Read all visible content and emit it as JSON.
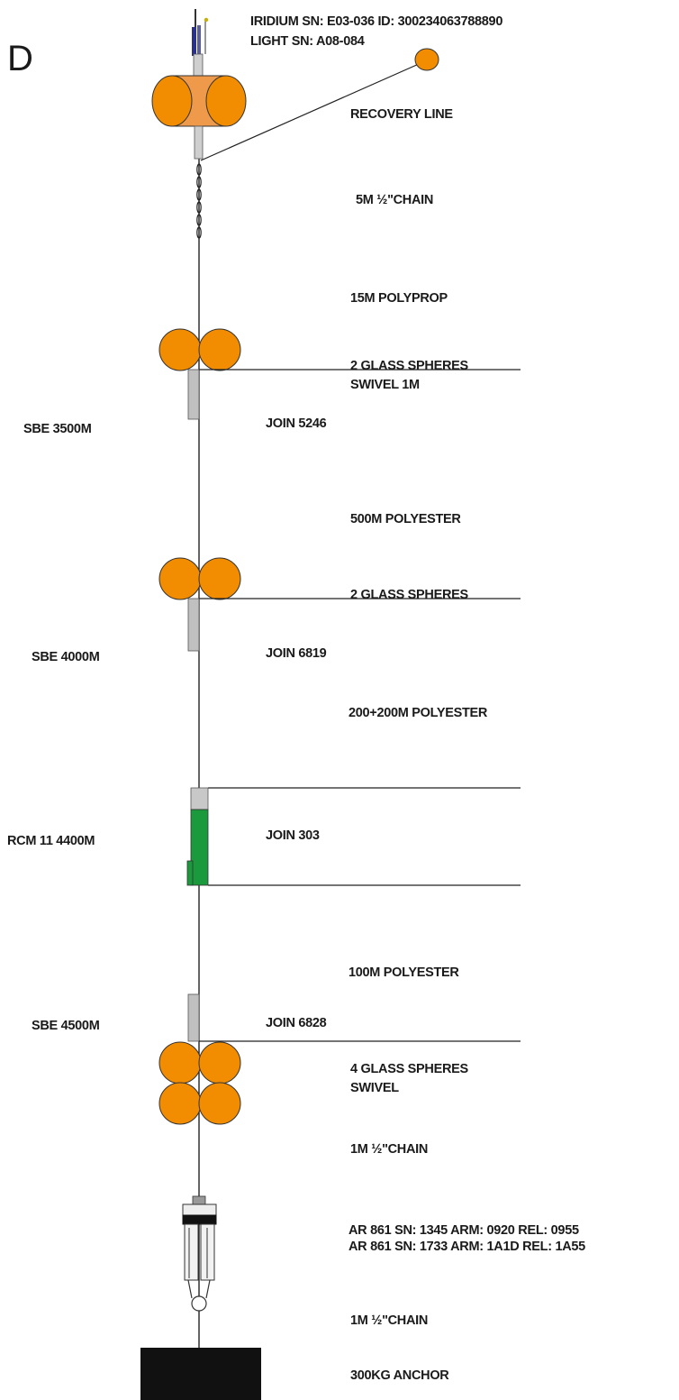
{
  "panel_letter": "D",
  "colors": {
    "float_orange": "#f28c00",
    "buoy_orange": "#ef9a4a",
    "instrument_gray": "#c0c0c0",
    "rcm_green": "#1a9a3c",
    "anchor_black": "#111111",
    "line": "#222222"
  },
  "labels": {
    "iridium": "IRIDIUM SN: E03-036 ID: 300234063788890",
    "light": "LIGHT SN: A08-084",
    "recovery_line": "RECOVERY LINE",
    "chain_top": "5M ½\"CHAIN",
    "polyprop": "15M POLYPROP",
    "spheres_1": "2 GLASS SPHERES",
    "swivel_1": "SWIVEL 1M",
    "sbe_1": "SBE 3500M",
    "join_1": "JOIN 5246",
    "polyester_1": "500M POLYESTER",
    "spheres_2": "2 GLASS SPHERES",
    "sbe_2": "SBE 4000M",
    "join_2": "JOIN 6819",
    "polyester_2": "200+200M POLYESTER",
    "rcm": "RCM 11 4400M",
    "join_3": "JOIN 303",
    "polyester_3": "100M POLYESTER",
    "sbe_3": "SBE 4500M",
    "join_4": "JOIN 6828",
    "spheres_3": "4 GLASS SPHERES",
    "swivel_2": "SWIVEL",
    "chain_mid": "1M ½\"CHAIN",
    "release_1": "AR 861 SN: 1345  ARM: 0920  REL: 0955",
    "release_2": "AR 861 SN: 1733  ARM: 1A1D  REL: 1A55",
    "chain_bottom": "1M ½\"CHAIN",
    "anchor": "300KG ANCHOR"
  }
}
